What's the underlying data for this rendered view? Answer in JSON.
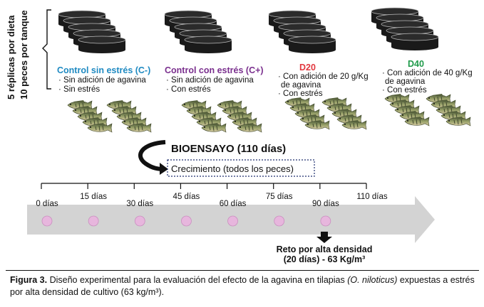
{
  "side_label": {
    "line1": "5 réplicas por dieta",
    "line2": "10 peces por tanque"
  },
  "groups": [
    {
      "title": "Control sin estrés (C-)",
      "color": "#1f8ac2",
      "lines": [
        "· Sin adición de agavina",
        "· Sin estrés"
      ]
    },
    {
      "title": "Control con estrés (C+)",
      "color": "#7a2f8e",
      "lines": [
        "· Sin adición de agavina",
        "· Con estrés"
      ]
    },
    {
      "title": "D20",
      "color": "#e2383f",
      "lines": [
        "· Con adición de 20 g/Kg",
        "de agavina",
        "· Con estrés"
      ]
    },
    {
      "title": "D40",
      "color": "#1f9a4a",
      "lines": [
        "· Con adición de 40 g/Kg",
        "de agavina",
        "· Con estrés"
      ]
    }
  ],
  "bioassay": {
    "title": "BIOENSAYO (110 días)",
    "growth_box": "Crecimiento (todos los peces)"
  },
  "timeline": {
    "days": [
      "0 días",
      "15 días",
      "30 días",
      "45 días",
      "60 días",
      "75 días",
      "90 días",
      "110 días"
    ],
    "arrow_color": "#d3d3d3",
    "dot_color": "#e7b6dd"
  },
  "challenge": {
    "line1": "Reto por alta densidad",
    "line2": "(20 días) - 63 Kg/m³"
  },
  "caption": {
    "label": "Figura 3.",
    "text_before": " Diseño experimental para la evaluación del efecto de la agavina en tilapias ",
    "species": "(O. niloticus)",
    "text_after": " expuestas a estrés por alta densidad de cultivo (63 kg/m³)."
  }
}
